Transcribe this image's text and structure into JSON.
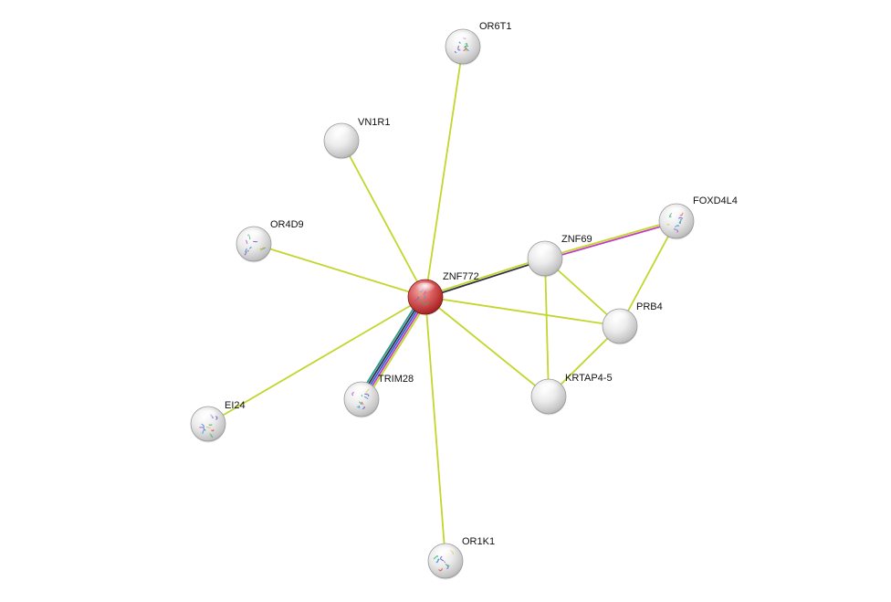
{
  "colors": {
    "edge_default": "#c2d62c",
    "query_node": "#cc3a3a",
    "plain_node": "#d8d8d8",
    "evidence_magenta": "#c03cc0",
    "evidence_blue": "#2a64d8",
    "evidence_teal": "#2a9a8a",
    "evidence_dark": "#303040",
    "evidence_olive": "#a0a030"
  },
  "nodes": [
    {
      "id": "ZNF772",
      "label": "ZNF772",
      "kind": "query",
      "icon": "protein-structure-icon"
    },
    {
      "id": "OR6T1",
      "label": "OR6T1",
      "kind": "structure",
      "icon": "protein-structure-icon"
    },
    {
      "id": "VN1R1",
      "label": "VN1R1",
      "kind": "plain"
    },
    {
      "id": "OR4D9",
      "label": "OR4D9",
      "kind": "structure",
      "icon": "protein-structure-icon"
    },
    {
      "id": "ZNF69",
      "label": "ZNF69",
      "kind": "plain"
    },
    {
      "id": "FOXD4L4",
      "label": "FOXD4L4",
      "kind": "structure",
      "icon": "protein-structure-icon"
    },
    {
      "id": "PRB4",
      "label": "PRB4",
      "kind": "plain"
    },
    {
      "id": "KRTAP4-5",
      "label": "KRTAP4-5",
      "kind": "plain"
    },
    {
      "id": "TRIM28",
      "label": "TRIM28",
      "kind": "structure",
      "icon": "protein-structure-icon"
    },
    {
      "id": "EI24",
      "label": "EI24",
      "kind": "structure",
      "icon": "protein-structure-icon"
    },
    {
      "id": "OR1K1",
      "label": "OR1K1",
      "kind": "structure",
      "icon": "protein-structure-icon"
    }
  ],
  "edges": [
    {
      "source": "ZNF772",
      "target": "OR6T1",
      "evidence": [
        "textmining"
      ]
    },
    {
      "source": "ZNF772",
      "target": "VN1R1",
      "evidence": [
        "textmining"
      ]
    },
    {
      "source": "ZNF772",
      "target": "OR4D9",
      "evidence": [
        "textmining"
      ]
    },
    {
      "source": "ZNF772",
      "target": "ZNF69",
      "evidence": [
        "textmining",
        "coexpression"
      ]
    },
    {
      "source": "ZNF772",
      "target": "PRB4",
      "evidence": [
        "textmining"
      ]
    },
    {
      "source": "ZNF772",
      "target": "KRTAP4-5",
      "evidence": [
        "textmining"
      ]
    },
    {
      "source": "ZNF772",
      "target": "TRIM28",
      "evidence": [
        "textmining",
        "experiments",
        "databases",
        "coexpression",
        "homology"
      ]
    },
    {
      "source": "ZNF772",
      "target": "EI24",
      "evidence": [
        "textmining"
      ]
    },
    {
      "source": "ZNF772",
      "target": "OR1K1",
      "evidence": [
        "textmining"
      ]
    },
    {
      "source": "ZNF69",
      "target": "FOXD4L4",
      "evidence": [
        "textmining",
        "experiments"
      ]
    },
    {
      "source": "ZNF69",
      "target": "PRB4",
      "evidence": [
        "textmining"
      ]
    },
    {
      "source": "ZNF69",
      "target": "KRTAP4-5",
      "evidence": [
        "textmining"
      ]
    },
    {
      "source": "FOXD4L4",
      "target": "PRB4",
      "evidence": [
        "textmining"
      ]
    },
    {
      "source": "PRB4",
      "target": "KRTAP4-5",
      "evidence": [
        "textmining"
      ]
    }
  ]
}
